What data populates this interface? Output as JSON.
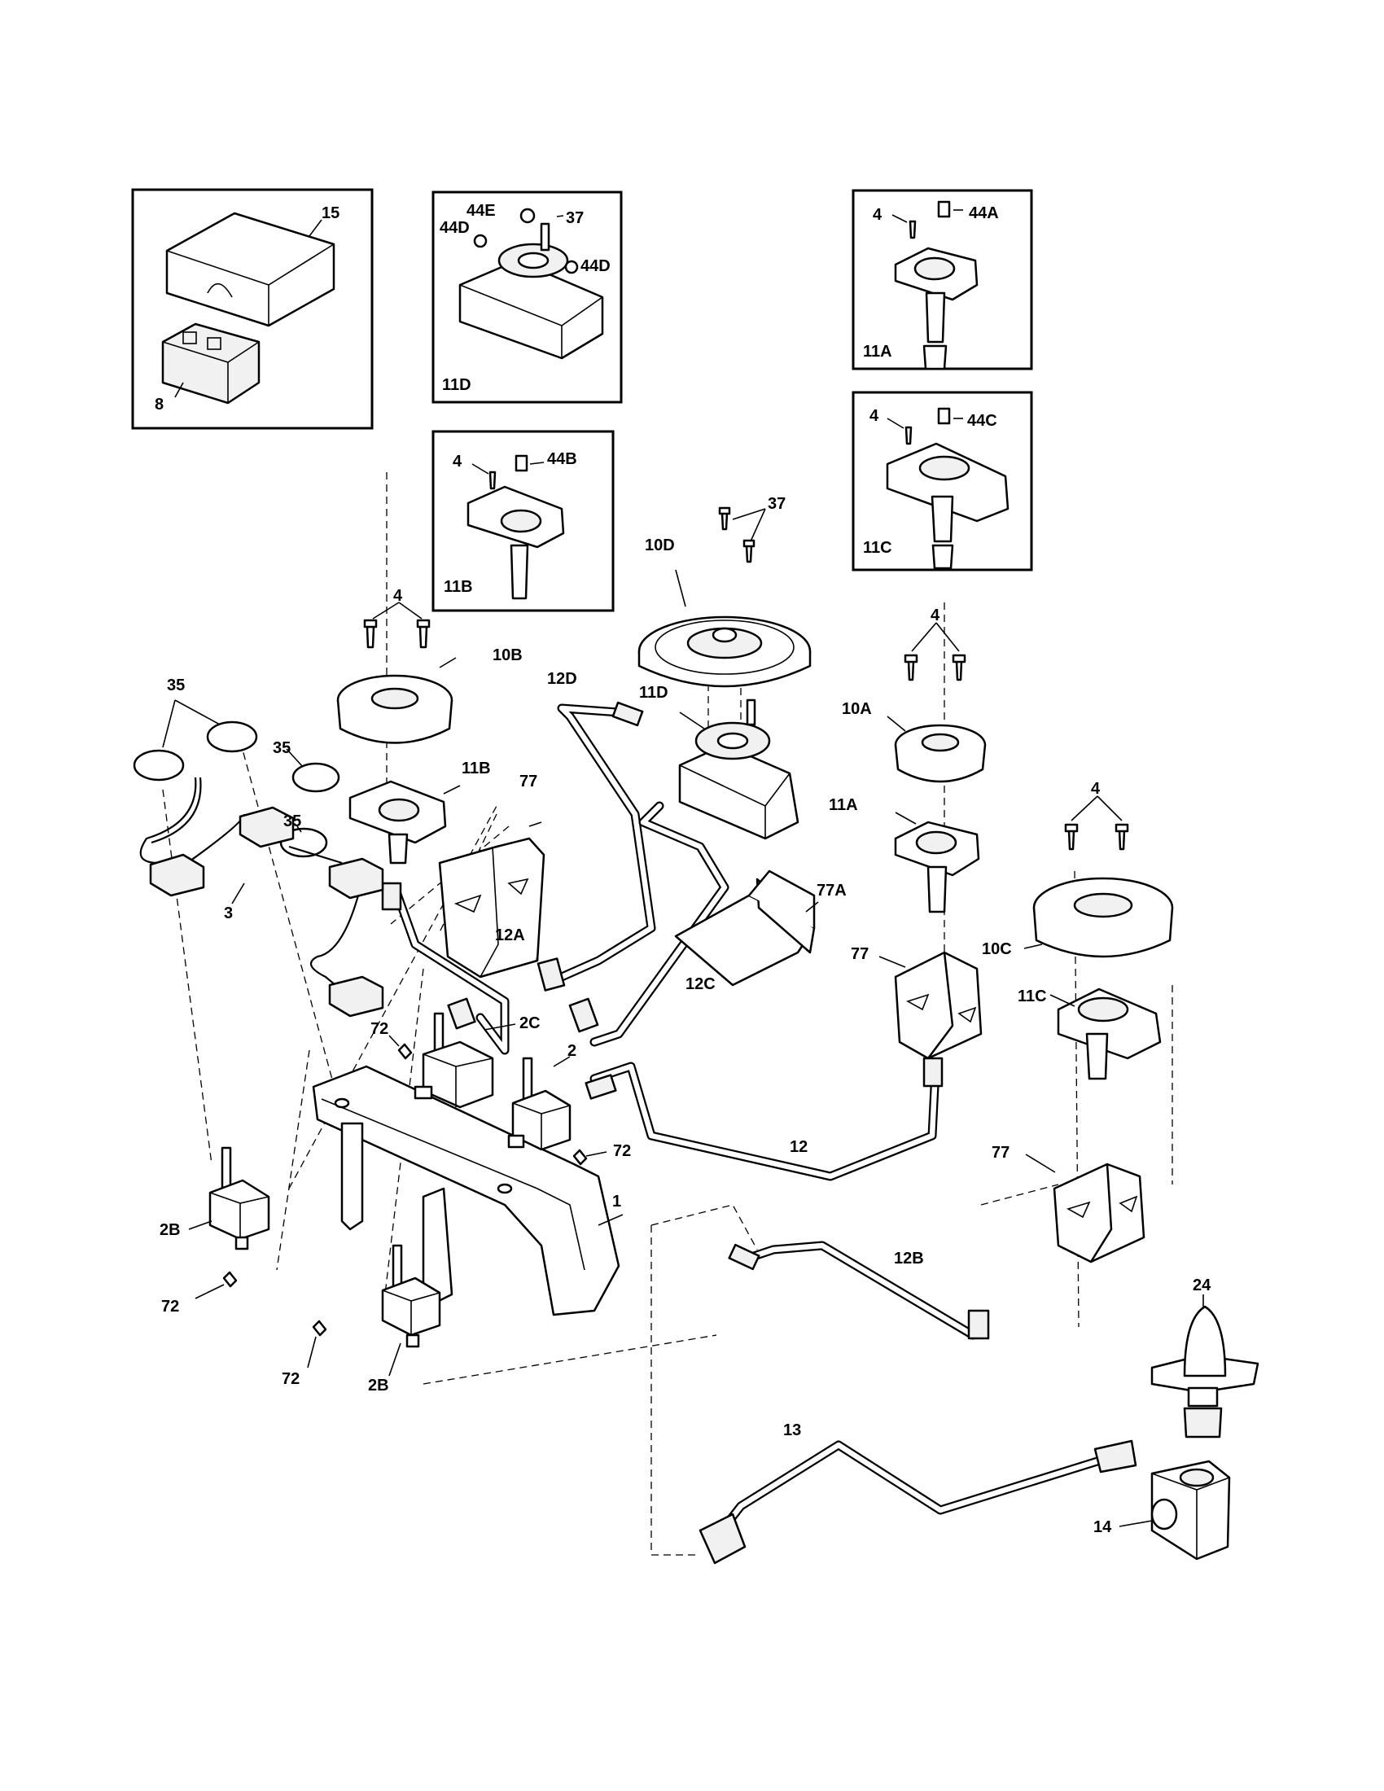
{
  "labels": {
    "l15": "15",
    "l8": "8",
    "l44e": "44E",
    "l37a": "37",
    "l44d_left": "44D",
    "l44d_right": "44D",
    "l11d_box": "11D",
    "l4_11a": "4",
    "l44a": "44A",
    "l11a_box": "11A",
    "l4_11b": "4",
    "l44b": "44B",
    "l11b_box": "11B",
    "l4_11c": "4",
    "l44c": "44C",
    "l11c_box": "11C",
    "l37b": "37",
    "l10d": "10D",
    "l4_10b": "4",
    "l10b": "10B",
    "l12d": "12D",
    "l11d": "11D",
    "l4_10a": "4",
    "l10a": "10A",
    "l35_top": "35",
    "l35_mid": "35",
    "l35_low": "35",
    "l11b": "11B",
    "l77_left": "77",
    "l11a": "11A",
    "l77a": "77A",
    "l4_10c": "4",
    "l3": "3",
    "l12a": "12A",
    "l12c": "12C",
    "l77_mid": "77",
    "l10c": "10C",
    "l72_top": "72",
    "l2c": "2C",
    "l11c": "11C",
    "l2": "2",
    "l12": "12",
    "l72_mid": "72",
    "l77_right": "77",
    "l1": "1",
    "l2b_left": "2B",
    "l12b": "12B",
    "l72_left": "72",
    "l24": "24",
    "l72_bottom": "72",
    "l2b_bottom": "2B",
    "l13": "13",
    "l14": "14"
  }
}
